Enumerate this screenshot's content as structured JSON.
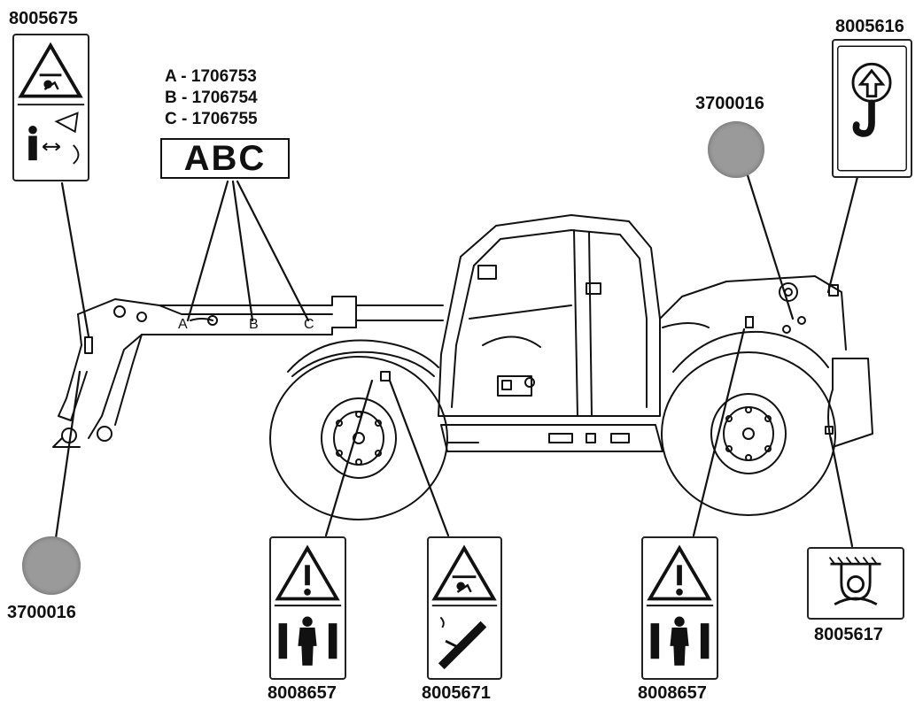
{
  "labels": {
    "decal_top_left": "8005675",
    "decal_top_right": "8005616",
    "dot_top_right": "3700016",
    "dot_bottom_left": "3700016",
    "decal_front_wheel": "8008657",
    "decal_boom_lower": "8005671",
    "decal_rear_wheel": "8008657",
    "decal_rear_right": "8005617"
  },
  "legend": {
    "line_a": "A - 1706753",
    "line_b": "B - 1706754",
    "line_c": "C - 1706755",
    "abc_text": "ABC",
    "mark_a": "A",
    "mark_b": "B",
    "mark_c": "C"
  },
  "colors": {
    "line": "#111111",
    "dot": "#9a9a9a"
  },
  "icons": {
    "crush_warning": "crush-warning-icon",
    "lifting_hook": "lifting-hook-icon",
    "exclamation_warning": "exclamation-warning-icon",
    "tie_down": "tie-down-icon"
  }
}
